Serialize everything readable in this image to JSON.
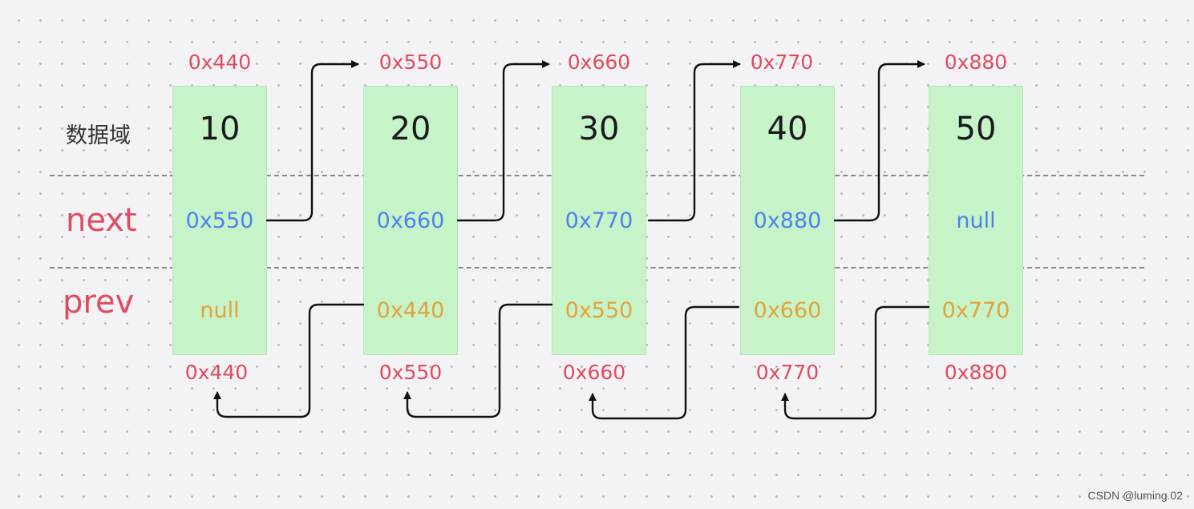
{
  "row_labels": {
    "data": "数据域",
    "next": "next",
    "prev": "prev"
  },
  "nodes": [
    {
      "address": "0x440",
      "data": "10",
      "next": "0x550",
      "prev": "null",
      "bottom_address": "0x440"
    },
    {
      "address": "0x550",
      "data": "20",
      "next": "0x660",
      "prev": "0x440",
      "bottom_address": "0x550"
    },
    {
      "address": "0x660",
      "data": "30",
      "next": "0x770",
      "prev": "0x550",
      "bottom_address": "0x660"
    },
    {
      "address": "0x770",
      "data": "40",
      "next": "0x880",
      "prev": "0x660",
      "bottom_address": "0x770"
    },
    {
      "address": "0x880",
      "data": "50",
      "next": "null",
      "prev": "0x770",
      "bottom_address": "0x880"
    }
  ],
  "watermark": "CSDN @luming.02",
  "colors": {
    "node_fill": "#c6f3c8",
    "address": "#e04b60",
    "next_value": "#4f80f0",
    "prev_value": "#e3a23c",
    "arrow": "#111111"
  }
}
